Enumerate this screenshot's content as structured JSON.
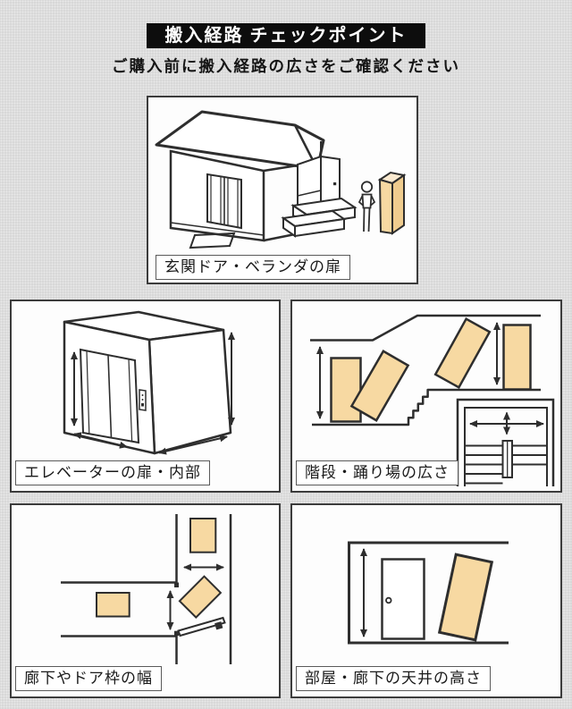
{
  "page": {
    "title": "搬入経路 チェックポイント",
    "subtitle": "ご購入前に搬入経路の広さをご確認ください"
  },
  "colors": {
    "background": "#d8d8d8",
    "panel_bg": "#fdfdfd",
    "panel_border": "#3c3c3c",
    "title_bg": "#0d0d0d",
    "title_text": "#ffffff",
    "line_art": "#2e2e2e",
    "furniture_fill": "#f7d9a2",
    "furniture_top": "#fbead0",
    "furniture_side": "#efcc8e"
  },
  "panels": [
    {
      "id": "entrance",
      "label": "玄関ドア・ベランダの扉",
      "illustration": "house-with-entrance-door-person-and-furniture-box"
    },
    {
      "id": "elevator",
      "label": "エレベーターの扉・内部",
      "illustration": "isometric-elevator-with-dimension-arrows"
    },
    {
      "id": "stairs",
      "label": "階段・踊り場の広さ",
      "illustration": "staircase-side-view-with-boxes-and-landing-top-view"
    },
    {
      "id": "hallway",
      "label": "廊下やドア枠の幅",
      "illustration": "hallway-corner-top-view-with-boxes-and-open-door"
    },
    {
      "id": "ceiling",
      "label": "部屋・廊下の天井の高さ",
      "illustration": "room-side-view-with-door-and-tilted-box"
    }
  ]
}
